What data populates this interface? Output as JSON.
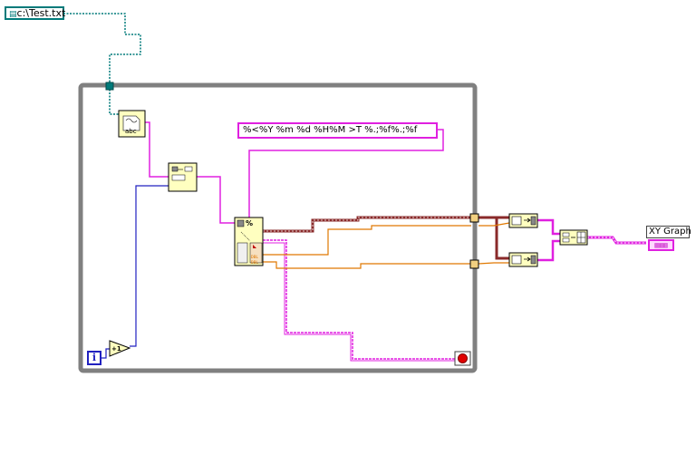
{
  "constants": {
    "file_path": "c:\\Test.txt",
    "format_string": "%<%Y %m %d %H%M >T %.;%f%.;%f"
  },
  "indicators": {
    "graph_label": "XY Graph"
  },
  "nodes": {
    "read_file_label": "abc",
    "increment_label": "+1",
    "iteration_label": "i",
    "scan_label": "%",
    "dbl_label": "DBL"
  },
  "colors": {
    "loop_border": "#808080",
    "path_wire": "#007a7a",
    "string_wire": "#e020e0",
    "int_wire": "#2020c0",
    "dbl_wire": "#e07800",
    "timestamp_wire": "#8a2a2a"
  }
}
